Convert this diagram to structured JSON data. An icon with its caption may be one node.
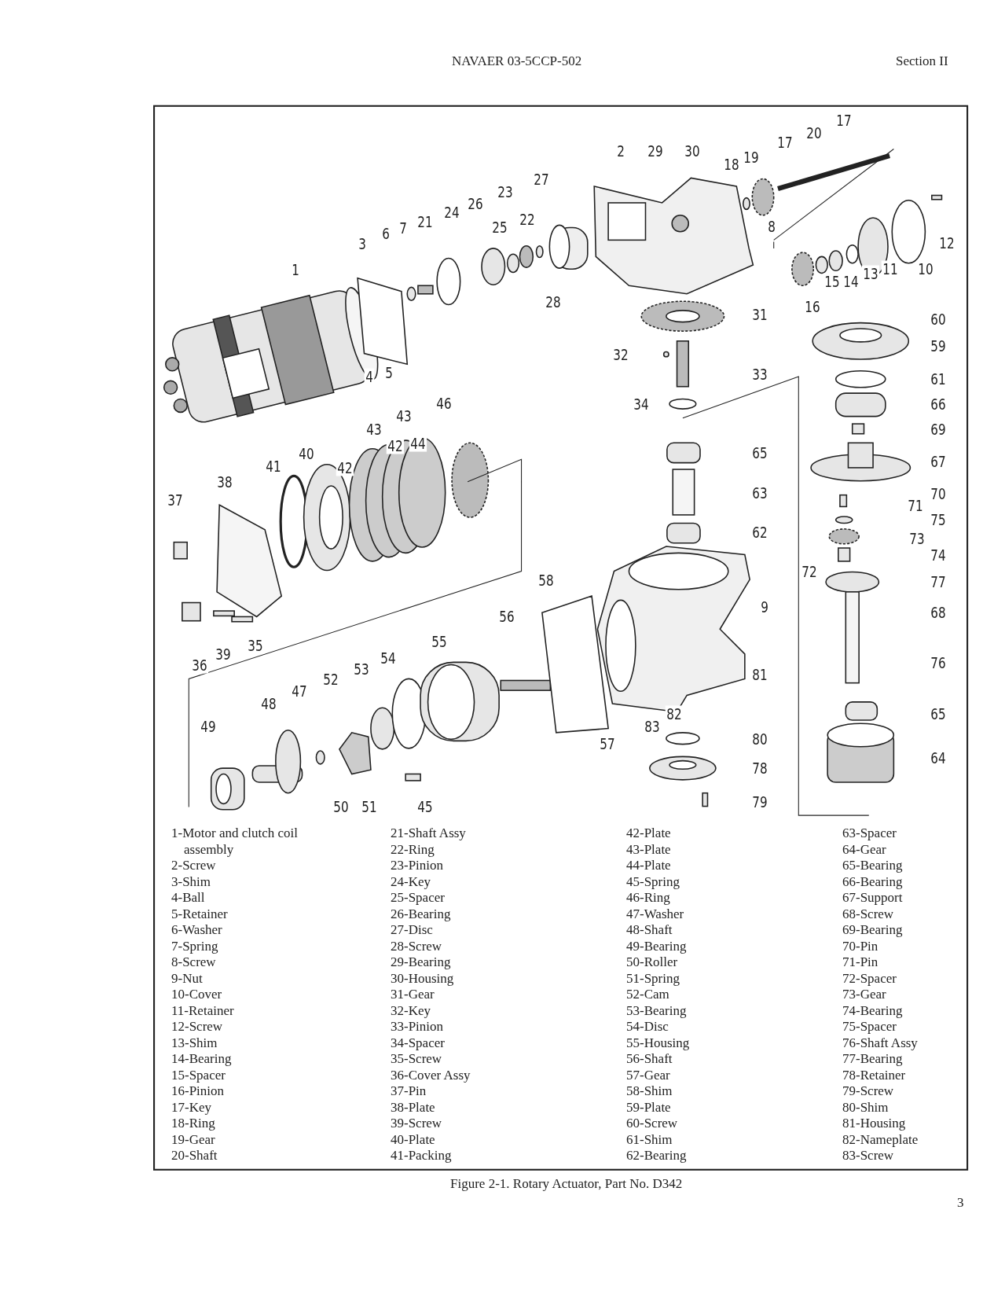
{
  "diagram": {
    "caption": "Figure 2-1. Rotary Actuator, Part No. D342",
    "labels": [
      "NAVAER 03-5CCP-502",
      "Section II",
      "17",
      "20",
      "17",
      "2",
      "29",
      "30",
      "19",
      "18",
      "27",
      "23",
      "26",
      "24",
      "8",
      "22",
      "25",
      "21",
      "7",
      "6",
      "3",
      "12",
      "10",
      "11",
      "13",
      "14",
      "15",
      "28",
      "1",
      "16",
      "31",
      "60",
      "59",
      "32",
      "5",
      "4",
      "33",
      "61",
      "34",
      "66",
      "46",
      "43",
      "44",
      "43",
      "42",
      "42",
      "40",
      "69",
      "41",
      "38",
      "65",
      "67",
      "70",
      "63",
      "37",
      "71",
      "75",
      "62",
      "73",
      "74",
      "72",
      "77",
      "58",
      "9",
      "68",
      "56",
      "55",
      "54",
      "35",
      "53",
      "39",
      "52",
      "76",
      "47",
      "36",
      "81",
      "48",
      "65",
      "49",
      "83",
      "82",
      "80",
      "57",
      "64",
      "78",
      "79",
      "50",
      "51",
      "45",
      "1-Motor and clutch coil assembly",
      "2-Screw",
      "3-Shim",
      "4-Ball",
      "5-Retainer",
      "6-Washer",
      "7-Spring",
      "8-Screw",
      "9-Nut",
      "10-Cover",
      "11-Retainer",
      "12-Screw",
      "13-Shim",
      "14-Bearing",
      "15-Spacer",
      "16-Pinion",
      "17-Key",
      "18-Ring",
      "19-Gear",
      "20-Shaft",
      "21-Shaft Assy",
      "22-Ring",
      "23-Pinion",
      "24-Key",
      "25-Spacer",
      "26-Bearing",
      "27-Disc",
      "28-Screw",
      "29-Bearing",
      "30-Housing",
      "31-Gear",
      "32-Key",
      "33-Pinion",
      "34-Spacer",
      "35-Screw",
      "36-Cover Assy",
      "37-Pin",
      "38-Plate",
      "39-Screw",
      "40-Plate",
      "41-Packing",
      "42-Plate",
      "43-Plate",
      "44-Plate",
      "45-Spring",
      "46-Ring",
      "47-Washer",
      "48-Shaft",
      "49-Bearing",
      "50-Roller",
      "51-Spring",
      "52-Cam",
      "53-Bearing",
      "54-Disc",
      "55-Housing",
      "56-Shaft",
      "57-Gear",
      "58-Shim",
      "59-Plate",
      "60-Screw",
      "61-Shim",
      "62-Bearing",
      "63-Spacer",
      "64-Gear",
      "65-Bearing",
      "66-Bearing",
      "67-Support",
      "68-Screw",
      "69-Bearing",
      "70-Pin",
      "71-Pin",
      "72-Spacer",
      "73-Gear",
      "74-Bearing",
      "75-Spacer",
      "76-Shaft Assy",
      "77-Bearing",
      "78-Retainer",
      "79-Screw",
      "80-Shim",
      "81-Housing",
      "82-Nameplate",
      "83-Screw",
      "3"
    ]
  }
}
